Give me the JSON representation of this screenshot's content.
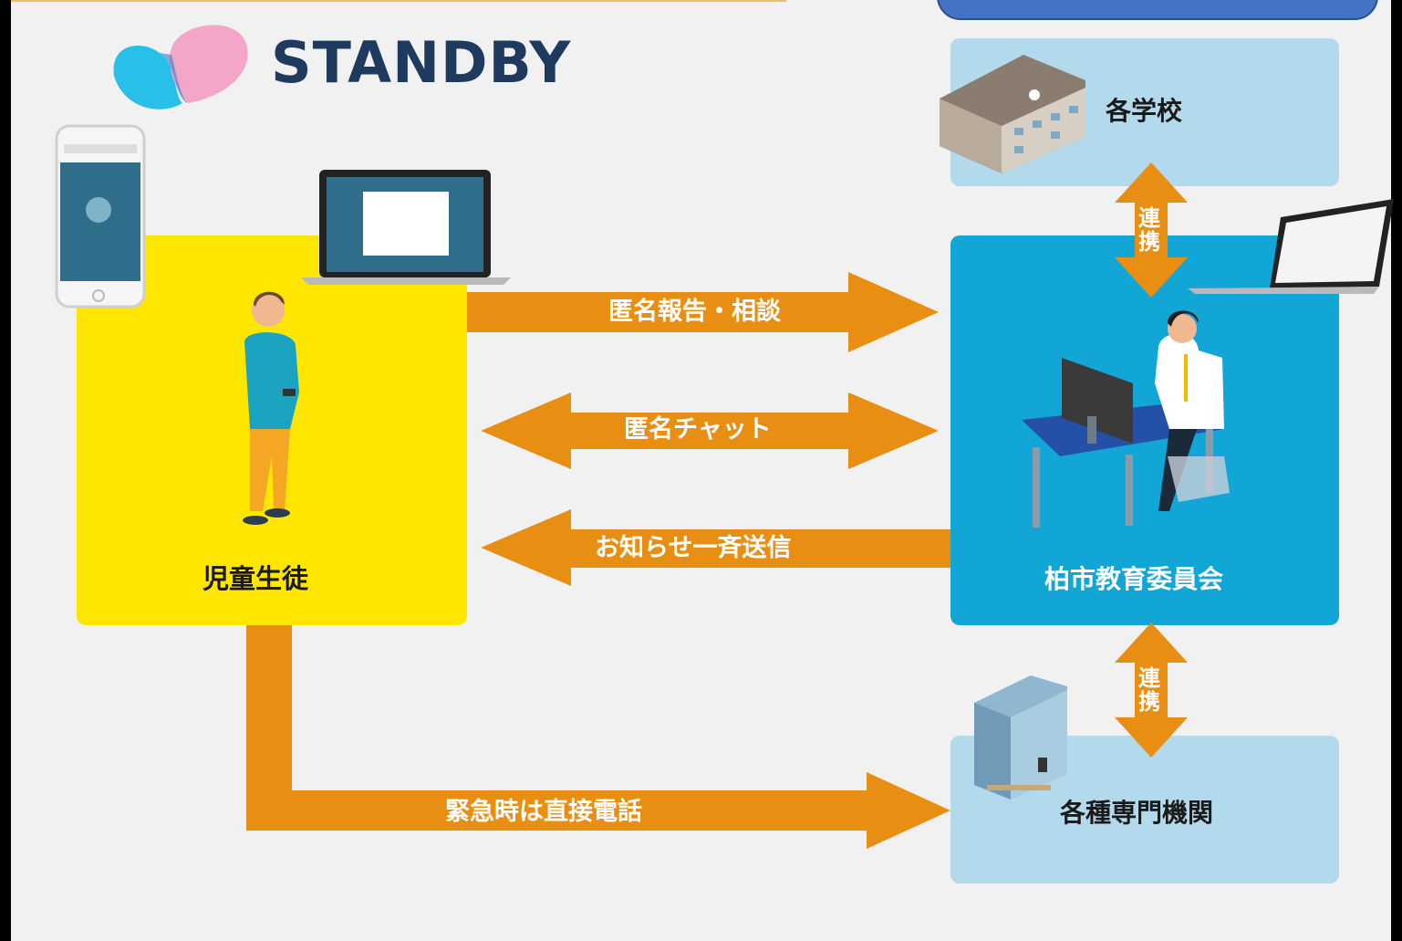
{
  "logo": {
    "text": "STANDBY",
    "icon": "standby-logo-mark"
  },
  "nodes": {
    "student": "児童生徒",
    "board": "柏市教育委員会",
    "schools": "各学校",
    "agencies": "各種専門機関"
  },
  "arrows": {
    "report": "匿名報告・相談",
    "chat": "匿名チャット",
    "notice": "お知らせ一斉送信",
    "emergency": "緊急時は直接電話",
    "link_top": "連携",
    "link_bottom": "連携"
  },
  "icons": [
    "smartphone-icon",
    "laptop-icon",
    "student-figure-icon",
    "school-building-icon",
    "office-building-icon",
    "staff-at-desk-icon"
  ],
  "colors": {
    "arrow": "#e88e12",
    "student_box": "#ffe600",
    "board_box": "#12a6d6",
    "partner_box": "#b3d9ec",
    "background": "#f1f1f1"
  }
}
